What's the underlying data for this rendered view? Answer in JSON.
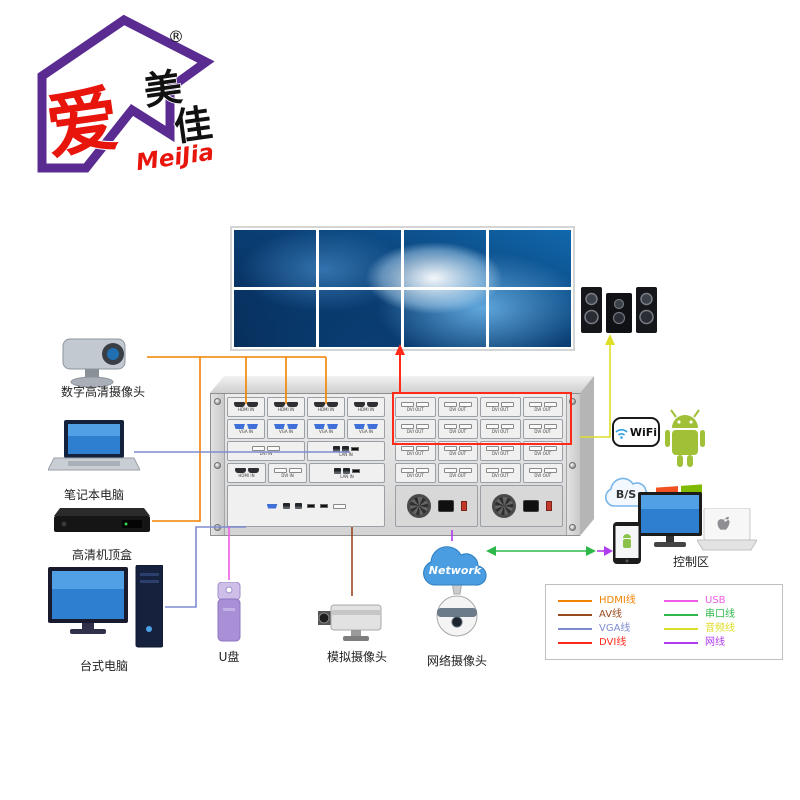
{
  "logo": {
    "char_main": "爱",
    "char_2": "美",
    "char_3": "佳",
    "latin": "MeiJia",
    "reg": "®",
    "purple": "#5a2b91",
    "red": "#e8150d"
  },
  "video_wall": {
    "cols": 4,
    "rows": 2
  },
  "left_devices": [
    {
      "id": "hd-camera",
      "label": "数字高清摄像头"
    },
    {
      "id": "laptop",
      "label": "笔记本电脑"
    },
    {
      "id": "set-top-box",
      "label": "高清机顶盒"
    },
    {
      "id": "desktop-pc",
      "label": "台式电脑"
    }
  ],
  "bottom_devices": [
    {
      "id": "usb-drive",
      "label": "U盘"
    },
    {
      "id": "analog-camera",
      "label": "模拟摄像头"
    },
    {
      "id": "ip-camera",
      "label": "网络摄像头"
    }
  ],
  "cloud": {
    "label": "Network"
  },
  "right_side": {
    "wifi_label": "WiFi",
    "bs_label": "B/S",
    "control_label": "控制区"
  },
  "chassis": {
    "rows": [
      {
        "h": 20,
        "modules": [
          {
            "side": "left",
            "span": 1,
            "port": "hdmi",
            "label": "HDMI IN"
          },
          {
            "side": "left",
            "span": 1,
            "port": "hdmi",
            "label": "HDMI IN"
          },
          {
            "side": "left",
            "span": 1,
            "port": "hdmi",
            "label": "HDMI IN"
          },
          {
            "side": "left",
            "span": 1,
            "port": "hdmi",
            "label": "HDMI IN"
          },
          {
            "side": "right",
            "span": 1,
            "port": "dvi",
            "label": "DVI OUT"
          },
          {
            "side": "right",
            "span": 1,
            "port": "dvi",
            "label": "DVI OUT"
          },
          {
            "side": "right",
            "span": 1,
            "port": "dvi",
            "label": "DVI OUT"
          },
          {
            "side": "right",
            "span": 1,
            "port": "dvi",
            "label": "DVI OUT"
          }
        ]
      },
      {
        "h": 20,
        "modules": [
          {
            "side": "left",
            "span": 1,
            "port": "vga",
            "label": "VGA IN"
          },
          {
            "side": "left",
            "span": 1,
            "port": "vga",
            "label": "VGA IN"
          },
          {
            "side": "left",
            "span": 1,
            "port": "vga",
            "label": "VGA IN"
          },
          {
            "side": "left",
            "span": 1,
            "port": "vga",
            "label": "VGA IN"
          },
          {
            "side": "right",
            "span": 1,
            "port": "dvi",
            "label": "DVI OUT"
          },
          {
            "side": "right",
            "span": 1,
            "port": "dvi",
            "label": "DVI OUT"
          },
          {
            "side": "right",
            "span": 1,
            "port": "dvi",
            "label": "DVI OUT"
          },
          {
            "side": "right",
            "span": 1,
            "port": "dvi",
            "label": "DVI OUT"
          }
        ]
      },
      {
        "h": 20,
        "modules": [
          {
            "side": "left",
            "span": 2,
            "port": "dvi",
            "label": "DVI IN"
          },
          {
            "side": "left",
            "span": 2,
            "port": "lan",
            "label": "LAN IN"
          },
          {
            "side": "right",
            "span": 1,
            "port": "dvi",
            "label": "DVI OUT"
          },
          {
            "side": "right",
            "span": 1,
            "port": "dvi",
            "label": "DVI OUT"
          },
          {
            "side": "right",
            "span": 1,
            "port": "dvi",
            "label": "DVI OUT"
          },
          {
            "side": "right",
            "span": 1,
            "port": "dvi",
            "label": "DVI OUT"
          }
        ]
      },
      {
        "h": 20,
        "modules": [
          {
            "side": "left",
            "span": 1,
            "port": "hdmi",
            "label": "HDMI IN"
          },
          {
            "side": "left",
            "span": 1,
            "port": "dvi",
            "label": "DVI IN"
          },
          {
            "side": "left",
            "span": 2,
            "port": "lan",
            "label": "LAN IN"
          },
          {
            "side": "right",
            "span": 1,
            "port": "dvi",
            "label": "DVI OUT"
          },
          {
            "side": "right",
            "span": 1,
            "port": "dvi",
            "label": "DVI OUT"
          },
          {
            "side": "right",
            "span": 1,
            "port": "dvi",
            "label": "DVI OUT"
          },
          {
            "side": "right",
            "span": 1,
            "port": "dvi",
            "label": "DVI OUT"
          }
        ]
      },
      {
        "h": 42,
        "modules": [
          {
            "side": "left",
            "span": 1,
            "port": "control",
            "label": ""
          },
          {
            "side": "right",
            "span": 1,
            "port": "power",
            "label": ""
          },
          {
            "side": "right",
            "span": 1,
            "port": "power",
            "label": ""
          }
        ]
      }
    ]
  },
  "legend": {
    "items": [
      {
        "label": "HDMI线",
        "color": "#f08300"
      },
      {
        "label": "AV线",
        "color": "#96491f"
      },
      {
        "label": "VGA线",
        "color": "#7e8bd0"
      },
      {
        "label": "DVI线",
        "color": "#ff2a1a"
      },
      {
        "label": "USB",
        "color": "#f05ce6"
      },
      {
        "label": "串口线",
        "color": "#2eb84a"
      },
      {
        "label": "音频线",
        "color": "#dede29"
      },
      {
        "label": "网线",
        "color": "#b03cf0"
      }
    ]
  },
  "windows_colors": {
    "tl": "#f25022",
    "tr": "#7fba00",
    "bl": "#00a4ef",
    "br": "#ffb900"
  }
}
